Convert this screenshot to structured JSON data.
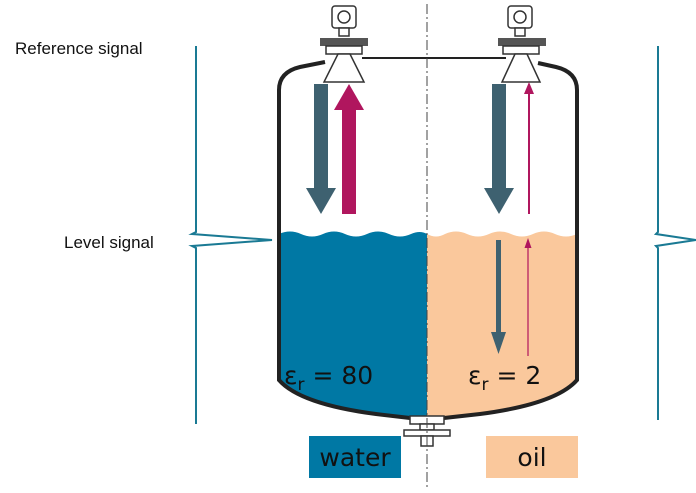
{
  "labels": {
    "reference_signal": "Reference signal",
    "level_signal": "Level signal"
  },
  "media": {
    "water": {
      "symbol": "ε",
      "subscript": "r",
      "value_text": " = 80",
      "legend": "water",
      "color": "#0078a4",
      "legend_text_color": "#111111"
    },
    "oil": {
      "symbol": "ε",
      "subscript": "r",
      "value_text": " = 2",
      "legend": "oil",
      "color": "#fac89c",
      "legend_text_color": "#111111"
    }
  },
  "colors": {
    "emitted_arrow": "#3e6170",
    "reflected_arrow": "#b0165e",
    "signal_trace": "#1a7a94",
    "tank_outline": "#222222"
  },
  "reflection_strength": {
    "water": "strong",
    "oil": "weak"
  }
}
